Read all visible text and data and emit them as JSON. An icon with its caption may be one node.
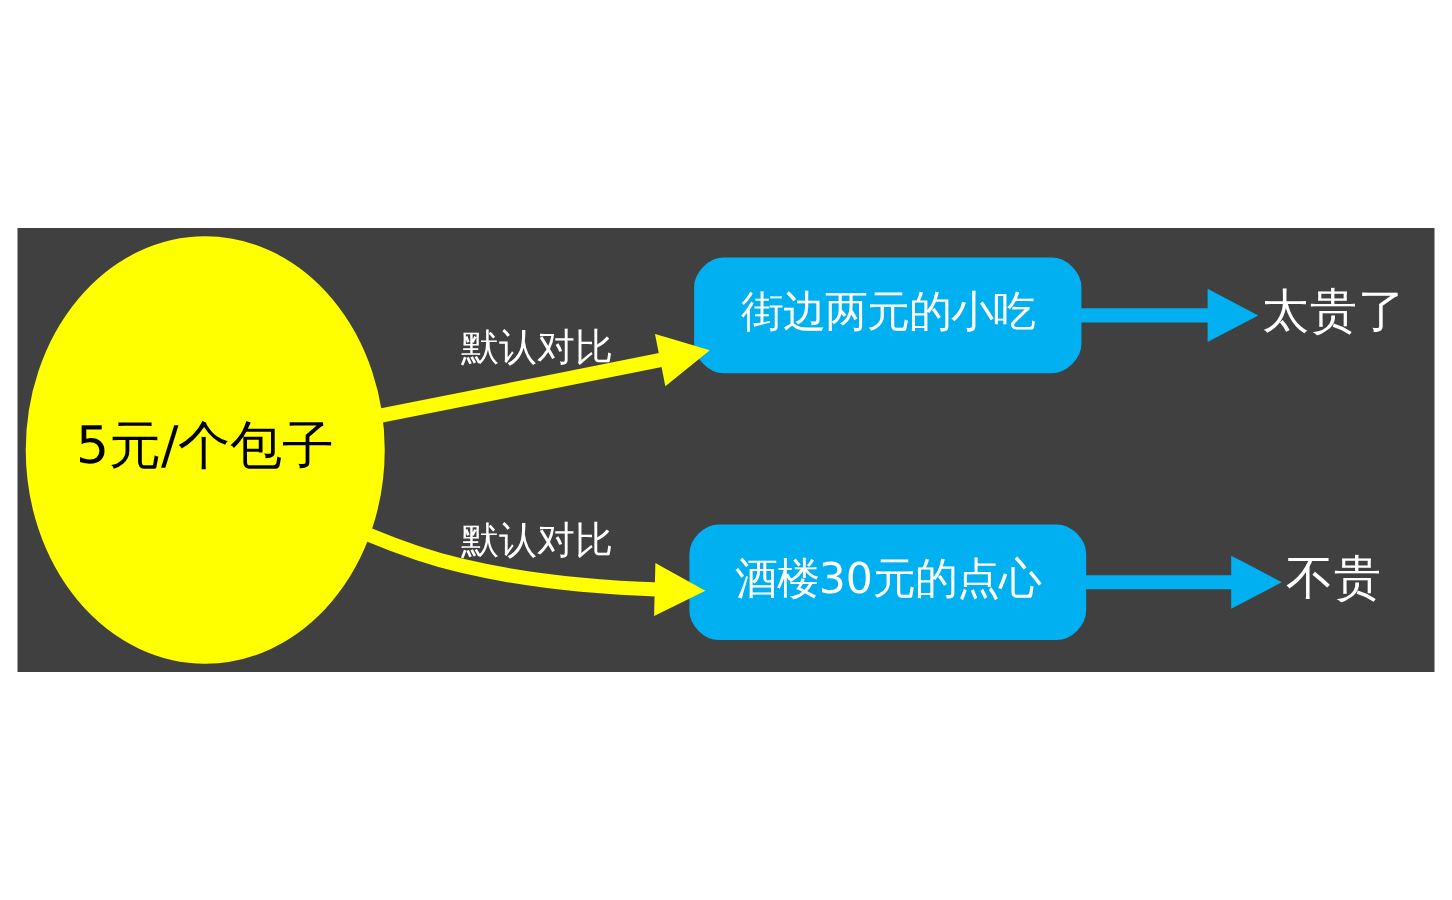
{
  "diagram": {
    "nodes": [
      {
        "text": [
          "5元/个包子"
        ]
      },
      {
        "text": [
          "街边两元的小吃"
        ]
      },
      {
        "text": [
          "太贵了"
        ]
      },
      {
        "text": [
          "酒楼30元的点心"
        ]
      },
      {
        "text": [
          "不贵"
        ]
      }
    ],
    "edges": [
      {
        "from": 0,
        "to": 1,
        "arrow": "to",
        "label": "默认对比",
        "color": "#ffff00"
      },
      {
        "from": 1,
        "to": 2,
        "arrow": "to",
        "color": "#00b0f0"
      },
      {
        "from": 0,
        "to": 3,
        "arrow": "to",
        "label": "默认对比",
        "color": "#ffff00"
      },
      {
        "from": 3,
        "to": 4,
        "arrow": "to",
        "color": "#00b0f0"
      }
    ]
  }
}
